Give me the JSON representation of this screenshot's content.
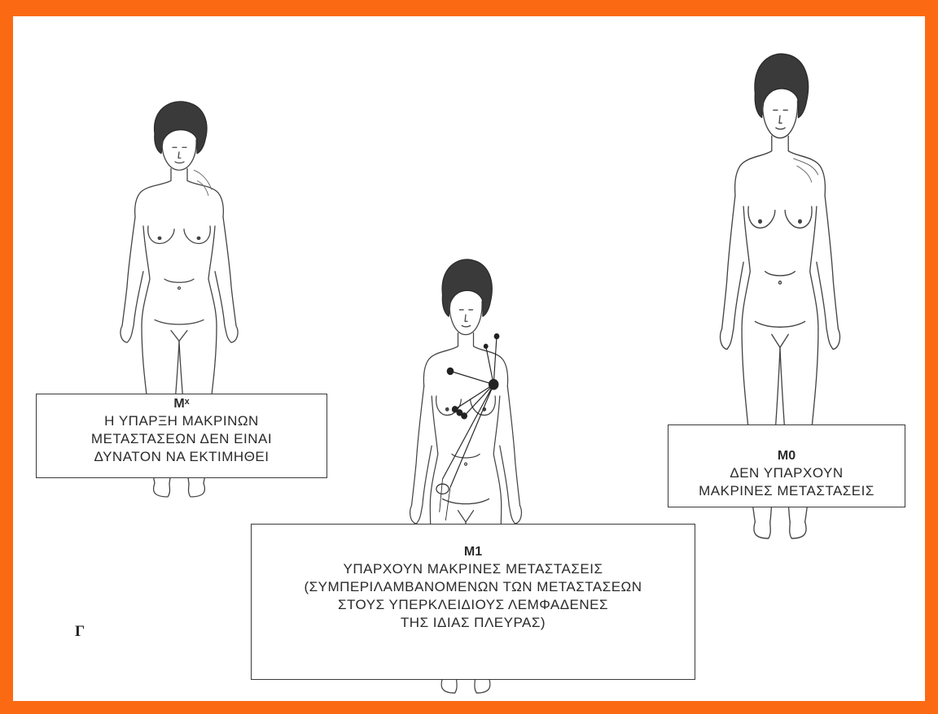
{
  "colors": {
    "frame": "#fb6a13",
    "ink": "#3a3a3a",
    "paper": "#ffffff"
  },
  "panel_letter": "Γ",
  "boxes": {
    "mx": {
      "code": "Mˣ",
      "lines": [
        "Η ΥΠΑΡΞΗ ΜΑΚΡΙΝΩΝ",
        "ΜΕΤΑΣΤΑΣΕΩΝ ΔΕΝ ΕΙΝΑΙ",
        "ΔΥΝΑΤΟΝ ΝΑ ΕΚΤΙΜΗΘΕΙ"
      ]
    },
    "m1": {
      "code": "M1",
      "lines": [
        "ΥΠΑΡΧΟΥΝ ΜΑΚΡΙΝΕΣ ΜΕΤΑΣΤΑΣΕΙΣ",
        "(ΣΥΜΠΕΡΙΛΑΜΒΑΝΟΜΕΝΩΝ ΤΩΝ ΜΕΤΑΣΤΑΣΕΩΝ",
        "ΣΤΟΥΣ ΥΠΕΡΚΛΕΙΔΙΟΥΣ ΛΕΜΦΑΔΕΝΕΣ",
        "ΤΗΣ ΙΔΙΑΣ ΠΛΕΥΡΑΣ)"
      ]
    },
    "m0": {
      "code": "M0",
      "lines": [
        "ΔΕΝ ΥΠΑΡΧΟΥΝ",
        "ΜΑΚΡΙΝΕΣ ΜΕΤΑΣΤΑΣΕΙΣ"
      ]
    }
  }
}
